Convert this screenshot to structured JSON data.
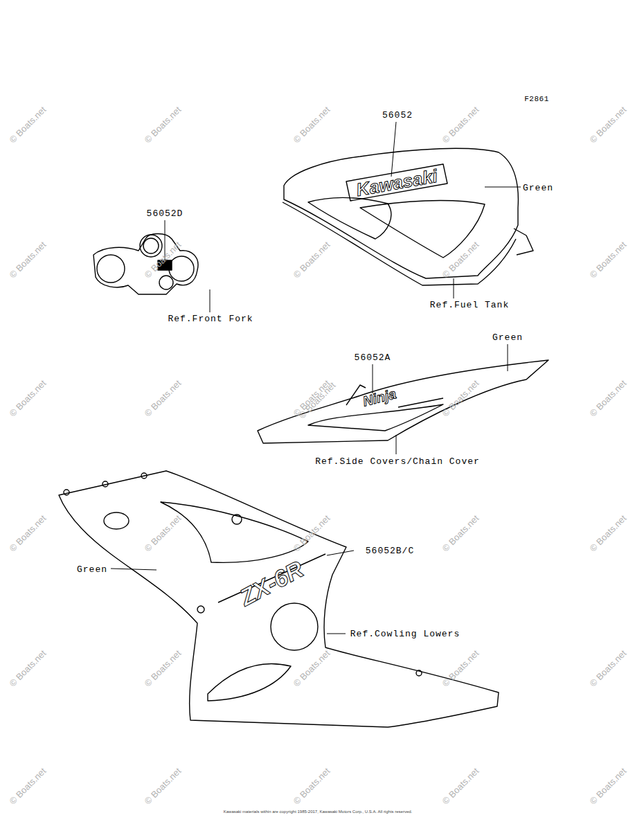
{
  "diagram": {
    "labels": [
      "F2861",
      "56052",
      "Kawasaki",
      "Green",
      "Ref.Fuel Tank",
      "56052D",
      "Ref.Front Fork",
      "Green",
      "56052A",
      "Ninja",
      "Ref.Side Covers/Chain Cover",
      "56052B/C",
      "Green",
      "ZX-6R",
      "Ref.Cowling Lowers",
      "Kawasaki materials within are copyright 1985-2017, Kawasaki Motors Corp., U.S.A. All rights reserved.",
      "© Boats.net",
      "© Boats.net",
      "© Boats.net",
      "© Boats.net",
      "© Boats.net",
      "© Boats.net",
      "© Boats.net",
      "© Boats.net",
      "© Boats.net",
      "© Boats.net",
      "© Boats.net",
      "© Boats.net",
      "© Boats.net",
      "© Boats.net",
      "© Boats.net",
      "© Boats.net",
      "© Boats.net",
      "© Boats.net",
      "© Boats.net",
      "© Boats.net",
      "© Boats.net",
      "© Boats.net",
      "© Boats.net",
      "© Boats.net",
      "© Boats.net",
      "© Boats.net",
      "© Boats.net",
      "© Boats.net",
      "© Boats.net",
      "© Boats.net",
      "© Boats.net"
    ]
  }
}
